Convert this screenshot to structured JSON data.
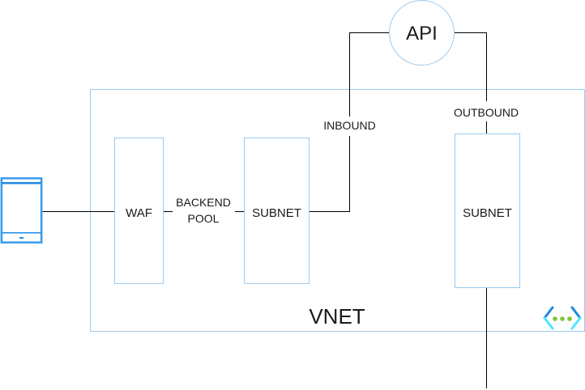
{
  "colors": {
    "box_stroke": "#9ccbf0",
    "line": "#000000",
    "device_blue": "#1e88e5",
    "device_light": "#4fc3f7",
    "vnet_icon_dark": "#1e88e5",
    "vnet_icon_light": "#50e6ff",
    "vnet_icon_dots": "#7cc832"
  },
  "nodes": {
    "device": {
      "icon": "mobile-device-icon"
    },
    "waf": {
      "label": "WAF"
    },
    "backend_pool": {
      "line1": "BACKEND",
      "line2": "POOL"
    },
    "subnet_inbound": {
      "label": "SUBNET"
    },
    "subnet_outbound": {
      "label": "SUBNET"
    },
    "api": {
      "label": "API"
    },
    "vnet": {
      "label": "VNET",
      "icon": "virtual-network-icon"
    }
  },
  "edge_labels": {
    "inbound": "INBOUND",
    "outbound": "OUTBOUND"
  }
}
